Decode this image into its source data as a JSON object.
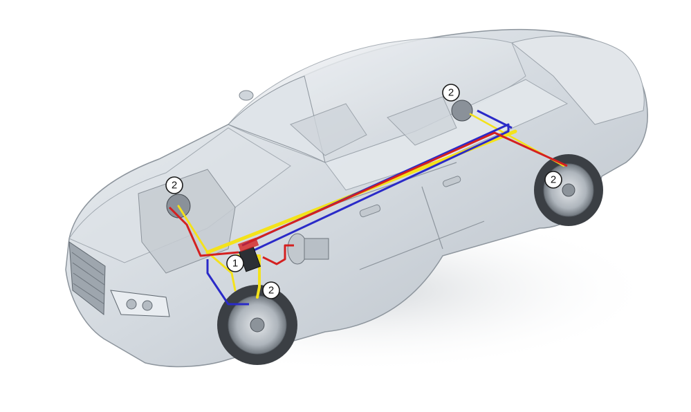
{
  "diagram": {
    "subject": "car-brake-system-cutaway",
    "line_colors": {
      "brake_line_red": "#d42020",
      "brake_line_blue": "#2a2ac8",
      "sensor_line_yellow": "#f4e21a",
      "body_tint": "#d7dde3"
    },
    "callouts": [
      {
        "id": "control-unit",
        "label": "1"
      },
      {
        "id": "front-left-wheel",
        "label": "2"
      },
      {
        "id": "front-right-wheel",
        "label": "2"
      },
      {
        "id": "rear-left-wheel",
        "label": "2"
      },
      {
        "id": "rear-right-wheel",
        "label": "2"
      }
    ]
  }
}
